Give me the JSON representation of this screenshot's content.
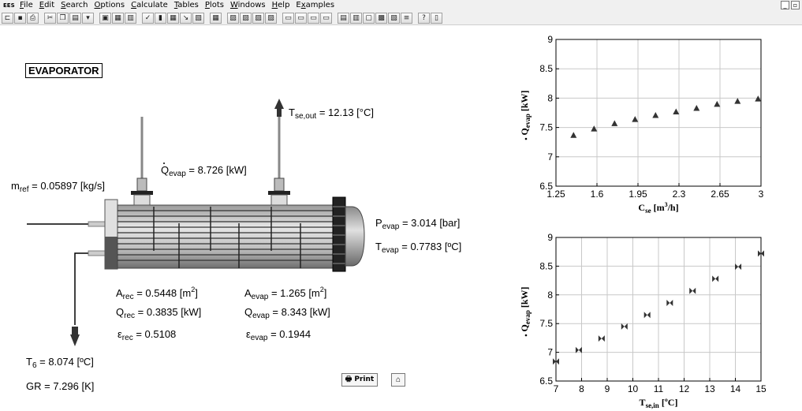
{
  "menubar": {
    "app_icon": "EES",
    "items": [
      {
        "label": "File",
        "key": "F",
        "rest": "ile"
      },
      {
        "label": "Edit",
        "key": "E",
        "rest": "dit"
      },
      {
        "label": "Search",
        "key": "S",
        "rest": "earch"
      },
      {
        "label": "Options",
        "key": "O",
        "rest": "ptions"
      },
      {
        "label": "Calculate",
        "key": "C",
        "rest": "alculate"
      },
      {
        "label": "Tables",
        "key": "T",
        "rest": "ables"
      },
      {
        "label": "Plots",
        "key": "P",
        "rest": "lots"
      },
      {
        "label": "Windows",
        "key": "W",
        "rest": "indows"
      },
      {
        "label": "Help",
        "key": "H",
        "rest": "elp"
      },
      {
        "label": "Examples",
        "key": "x",
        "pre": "E",
        "rest": "amples"
      }
    ],
    "minimize": "_",
    "restore": "▫"
  },
  "toolbar": {
    "buttons": [
      "folder-open-icon",
      "save-icon",
      "print-icon",
      "sep",
      "cut-icon",
      "copy-icon",
      "paste-icon",
      "units-icon",
      "sep",
      "equations-icon",
      "formatted-icon",
      "solution-icon",
      "sep",
      "check-icon",
      "calc-icon",
      "table-icon",
      "plot-icon",
      "report-icon",
      "sep",
      "grid-icon",
      "sep",
      "plot1-icon",
      "plot2-icon",
      "plot3-icon",
      "plot4-icon",
      "sep",
      "diagram1-icon",
      "diagram2-icon",
      "diagram3-icon",
      "diagram4-icon",
      "sep",
      "window1-icon",
      "window2-icon",
      "window3-icon",
      "window4-icon",
      "window5-icon",
      "window6-icon",
      "sep",
      "help-icon",
      "info-icon"
    ]
  },
  "diagram": {
    "title": "EVAPORATOR",
    "t_se_out": {
      "sym": "T",
      "sub": "se,out",
      "text": " = 12.13 [°C]"
    },
    "q_evap": {
      "sym": "Q",
      "sub": "evap",
      "text": " = 8.726 [kW]"
    },
    "m_ref": {
      "sym": "m",
      "sub": "ref",
      "text": " = 0.05897 [kg/s]"
    },
    "p_evap": {
      "sym": "P",
      "sub": "evap",
      "text": " = 3.014 [bar]"
    },
    "t_evap": {
      "sym": "T",
      "sub": "evap",
      "text": " = 0.7783 [ºC]"
    },
    "a_rec": {
      "sym": "A",
      "sub": "rec",
      "text": " = 0.5448 [m",
      "sup": "2",
      "close": "]"
    },
    "a_evap": {
      "sym": "A",
      "sub": "evap",
      "text": " = 1.265 [m",
      "sup": "2",
      "close": "]"
    },
    "q_rec": {
      "sym": "Q",
      "sub": "rec",
      "text": " = 0.3835 [kW]"
    },
    "q_evap2": {
      "sym": "Q",
      "sub": "evap",
      "text": " = 8.343 [kW]"
    },
    "eps_rec": {
      "sym": "ε",
      "sub": "rec",
      "text": " = 0.5108"
    },
    "eps_evap": {
      "sym": "ε",
      "sub": "evap",
      "text": " = 0.1944"
    },
    "t6": {
      "sym": "T",
      "sub": "6",
      "text": " = 8.074 [ºC]"
    },
    "gr": {
      "text": "GR = 7.296 [K]"
    },
    "print_label": "Print",
    "home_icon": "⌂"
  },
  "chart_data": [
    {
      "type": "scatter",
      "xlabel": "C",
      "xlabel_sub": "se",
      "xlabel_units": "[m",
      "xlabel_sup": "3",
      "xlabel_close": "/h]",
      "ylabel": "Q",
      "ylabel_sub": "evap",
      "ylabel_units": "[kW]",
      "xlim": [
        1.25,
        3
      ],
      "ylim": [
        6.5,
        9
      ],
      "xticks": [
        "1.25",
        "1.6",
        "1.95",
        "2.3",
        "2.65",
        "3"
      ],
      "yticks": [
        "6.5",
        "7",
        "7.5",
        "8",
        "8.5",
        "9"
      ],
      "grid": true,
      "marker": "triangle",
      "x": [
        1.4,
        1.575,
        1.75,
        1.925,
        2.1,
        2.275,
        2.45,
        2.625,
        2.8,
        2.975
      ],
      "y": [
        7.37,
        7.48,
        7.57,
        7.64,
        7.71,
        7.77,
        7.83,
        7.9,
        7.95,
        7.99
      ]
    },
    {
      "type": "scatter",
      "xlabel": "T",
      "xlabel_sub": "se,in",
      "xlabel_units": "[ºC]",
      "ylabel": "Q",
      "ylabel_sub": "evap",
      "ylabel_units": "[kW]",
      "xlim": [
        7,
        15
      ],
      "ylim": [
        6.5,
        9
      ],
      "xticks": [
        "7",
        "8",
        "9",
        "10",
        "11",
        "12",
        "13",
        "14",
        "15"
      ],
      "yticks": [
        "6.5",
        "7",
        "7.5",
        "8",
        "8.5",
        "9"
      ],
      "grid": true,
      "marker": "bowtie",
      "x": [
        7,
        7.89,
        8.78,
        9.67,
        10.56,
        11.44,
        12.33,
        13.22,
        14.11,
        15
      ],
      "y": [
        6.84,
        7.04,
        7.24,
        7.45,
        7.65,
        7.86,
        8.07,
        8.28,
        8.49,
        8.72
      ]
    }
  ]
}
